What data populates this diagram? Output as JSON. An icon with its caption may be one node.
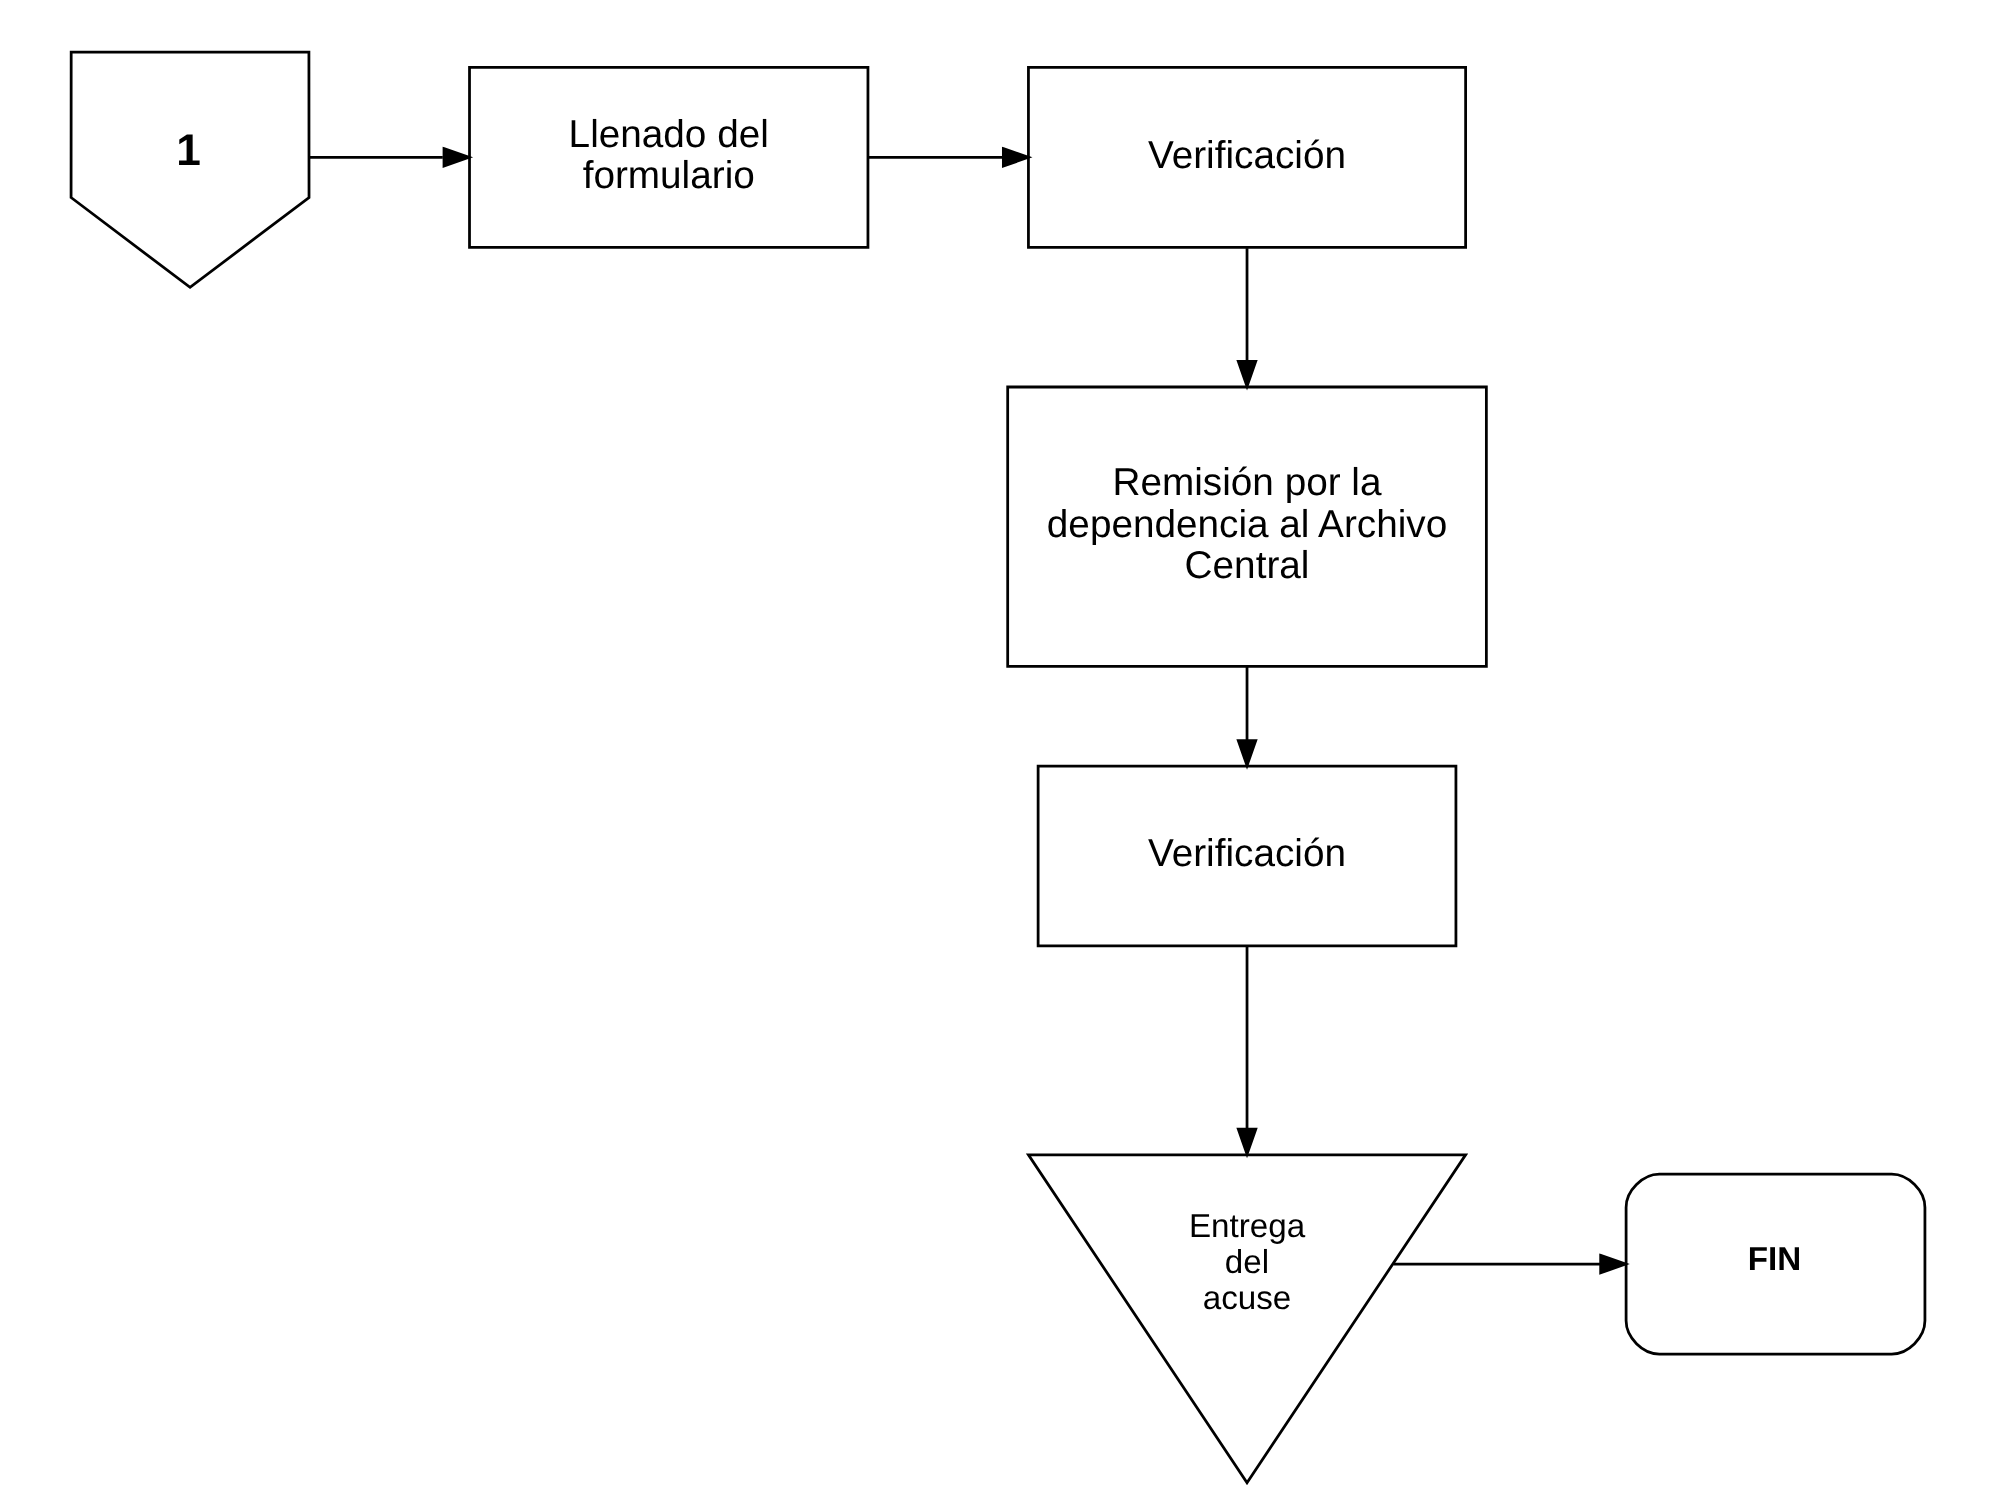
{
  "diagram": {
    "nodes": [
      {
        "text": [
          "1"
        ]
      },
      {
        "text": [
          "Llenado del formulario"
        ]
      },
      {
        "text": [
          "Verificación"
        ]
      },
      {
        "text": [
          "Remisión por la dependencia al Archivo Central"
        ]
      },
      {
        "text": [
          "Verificación"
        ]
      },
      {
        "text": [
          "Entrega del acuse"
        ]
      },
      {
        "text": [
          "FIN"
        ]
      }
    ],
    "edges": [
      {
        "from": 0,
        "to": 1,
        "arrow": "to"
      },
      {
        "from": 1,
        "to": 2,
        "arrow": "to"
      },
      {
        "from": 2,
        "to": 3,
        "arrow": "to"
      },
      {
        "from": 3,
        "to": 4,
        "arrow": "to"
      },
      {
        "from": 4,
        "to": 5,
        "arrow": "to"
      },
      {
        "from": 5,
        "to": 6,
        "arrow": "to"
      }
    ]
  }
}
